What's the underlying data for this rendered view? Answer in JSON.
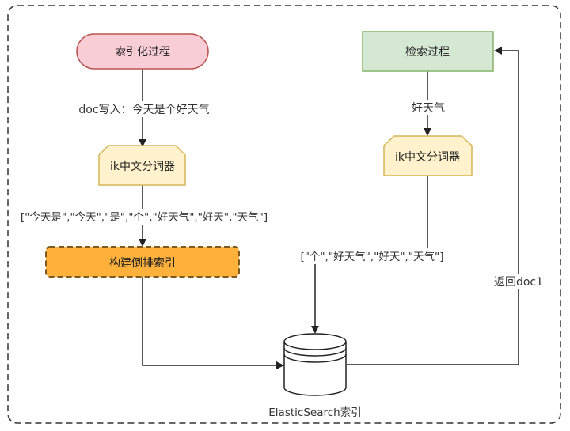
{
  "nodes": {
    "index_process": "索引化过程",
    "search_process": "检索过程",
    "tokenizer_left": "ik中文分词器",
    "tokenizer_right": "ik中文分词器",
    "build_index": "构建倒排索引",
    "es_index": "ElasticSearch索引"
  },
  "labels": {
    "doc_write": "doc写入：今天是个好天气",
    "tokens_left": "[\"今天是\",\"今天\",\"是\",\"个\",\"好天气\",\"好天\",\"天气\"]",
    "query": "好天气",
    "tokens_right": "[\"个\",\"好天气\",\"好天\",\"天气\"]",
    "return_doc": "返回doc1"
  },
  "colors": {
    "index_process_fill": "#f8cdd5",
    "index_process_stroke": "#b85450",
    "search_process_fill": "#d5e8d4",
    "search_process_stroke": "#82b366",
    "tokenizer_fill": "#fff2cc",
    "tokenizer_stroke": "#d6b656",
    "build_index_fill": "#ffb13b",
    "build_index_stroke": "#9a6c1f"
  }
}
